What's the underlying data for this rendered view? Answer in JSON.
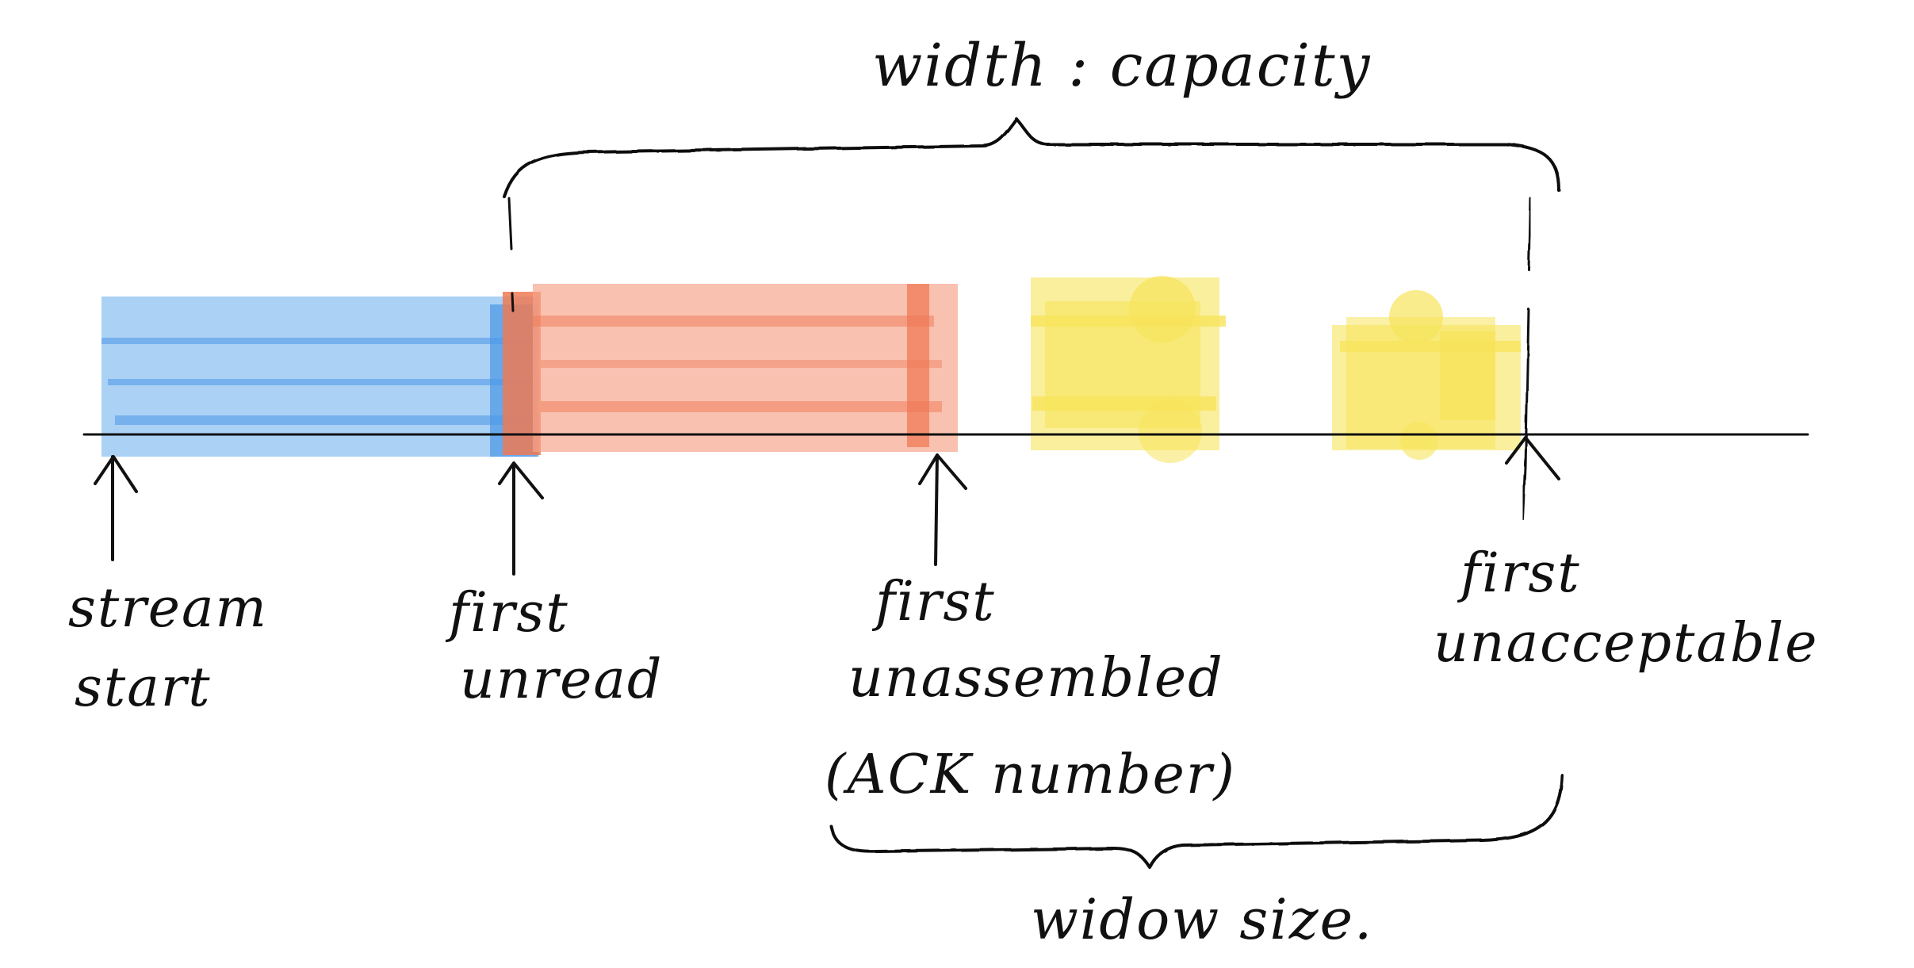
{
  "diagram": {
    "top_brace_label": "width : capacity",
    "bottom_brace_label": "widow size.",
    "markers": {
      "stream_start": [
        "stream",
        "start"
      ],
      "first_unread": [
        "first",
        "unread"
      ],
      "first_unassembled": [
        "first",
        "unassembled",
        "(ACK number)"
      ],
      "first_unacceptable": [
        "first",
        "unacceptable"
      ]
    },
    "colors": {
      "read_bytes": "#7eb9ef",
      "read_bytes_dark": "#4a97e6",
      "assembled_bytes": "#f6a48b",
      "assembled_bytes_dark": "#ef7a55",
      "unassembled_bytes": "#f7e45b",
      "window_label": "#3fb864",
      "ink": "#111111"
    }
  }
}
